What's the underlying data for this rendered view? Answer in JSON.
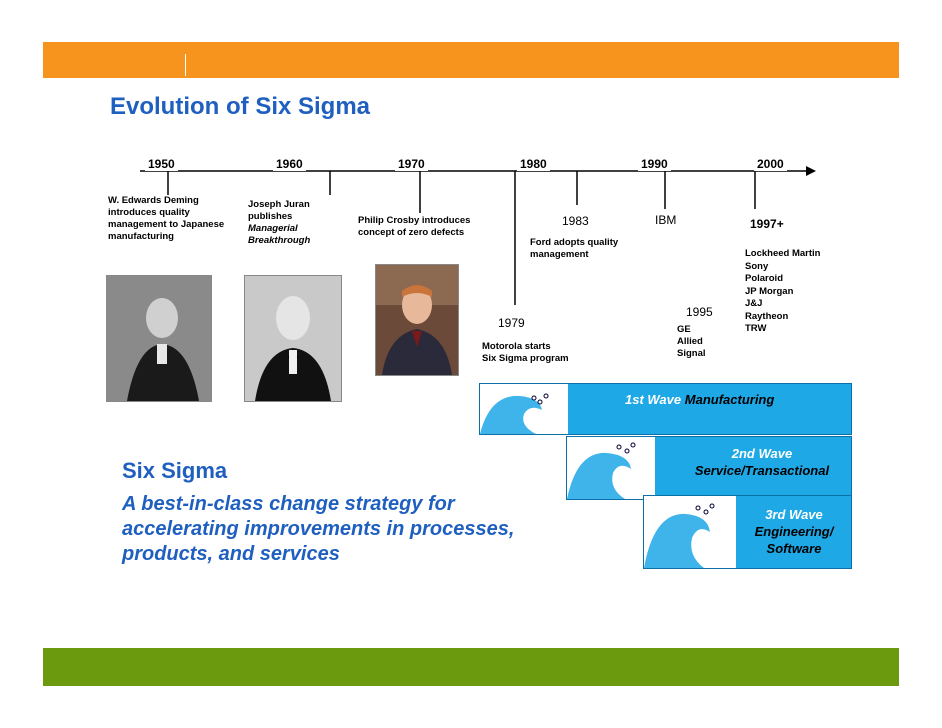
{
  "title": "Evolution of Six Sigma",
  "timeline": {
    "years": [
      "1950",
      "1960",
      "1970",
      "1980",
      "1990",
      "2000"
    ],
    "events": {
      "deming": {
        "line1": "W. Edwards Deming",
        "line2": "introduces quality",
        "line3": "management to Japanese",
        "line4": "manufacturing"
      },
      "juran": {
        "line1": "Joseph Juran",
        "line2": "publishes",
        "line3": "Managerial",
        "line4": "Breakthrough"
      },
      "crosby": {
        "line1": "Philip Crosby introduces",
        "line2": "concept of  zero defects"
      },
      "ford": {
        "year": "1983",
        "line1": "Ford adopts quality",
        "line2": "management"
      },
      "ibm": {
        "label": "IBM"
      },
      "motorola": {
        "year": "1979",
        "line1": "Motorola starts",
        "line2": "Six Sigma program"
      },
      "ge": {
        "year": "1995",
        "line1": "GE",
        "line2": "Allied",
        "line3": "Signal"
      },
      "companies": {
        "year": "1997+",
        "items": [
          "Lockheed Martin",
          "Sony",
          "Polaroid",
          "JP Morgan",
          "J&J",
          "Raytheon",
          "TRW"
        ]
      }
    }
  },
  "waves": {
    "first": {
      "label1": "1st Wave",
      "label2": "Manufacturing"
    },
    "second": {
      "label1": "2nd Wave",
      "label2": "Service/Transactional"
    },
    "third": {
      "label1": "3rd Wave",
      "label2": "Engineering/",
      "label3": "Software"
    }
  },
  "sixsigma": {
    "heading": "Six Sigma",
    "line1": "A best-in-class change strategy for",
    "line2": "accelerating improvements in processes,",
    "line3": "products, and services"
  },
  "colors": {
    "accent_orange": "#f7941d",
    "accent_green": "#6b9a0f",
    "title_blue": "#1f5fbf",
    "wave_blue": "#1ea8e6"
  }
}
